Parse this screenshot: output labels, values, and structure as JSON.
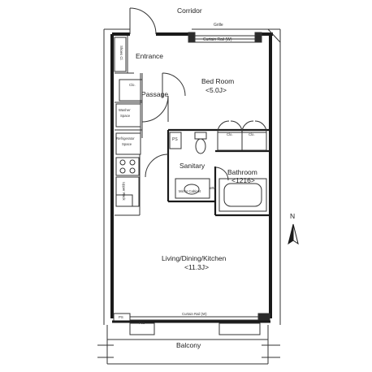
{
  "labels": {
    "corridor": "Corridor",
    "grille": "Grille",
    "curtain_rail_top": "Curtain Rail (W)",
    "shoes_cl": "Shoes Cl.",
    "entrance": "Entrance",
    "clo_passage": "Clo.",
    "passage": "Passage",
    "washer_line1": "Washer",
    "washer_line2": "Space",
    "refrig_line1": "Refrigerator",
    "refrig_line2": "Space",
    "ps_top": "PS",
    "clo_bed_1": "Clo.",
    "clo_bed_2": "Clo.",
    "sanitary": "Sanitary",
    "mirror_cabinet": "Mirror Cabinet",
    "wm": "WM",
    "upper_rack": "Upper Rack",
    "compass_n": "N",
    "curtain_rail_bottom": "Curtain Rail (W)",
    "ps_bottom": "PS",
    "fcu": "Fcu",
    "balcony": "Balcony"
  },
  "rooms": {
    "bedroom_name": "Bed Room",
    "bedroom_size": "<5.0J>",
    "bathroom_name": "Bathroom",
    "bathroom_size": "<1216>",
    "ldk_name": "Living/Dining/Kitchen",
    "ldk_size": "<11.3J>"
  },
  "colors": {
    "wall": "#1a1a1a",
    "line": "#333333",
    "fill_wall": "#2b2b2b"
  }
}
